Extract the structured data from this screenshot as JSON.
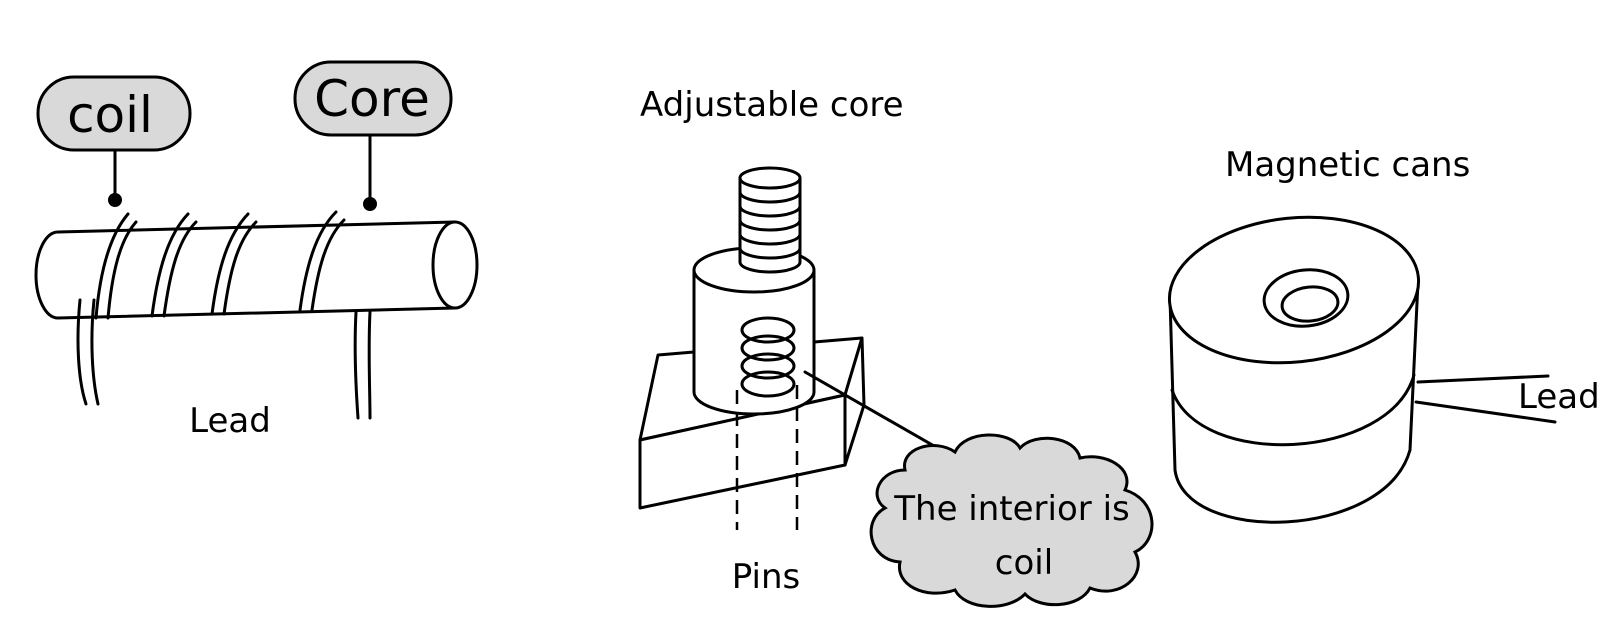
{
  "labels": {
    "coil": "coil",
    "core": "Core",
    "lead_left": "Lead",
    "adjustable_core": "Adjustable core",
    "pins": "Pins",
    "interior_line1": "The interior is",
    "interior_line2": "coil",
    "magnetic_cans": "Magnetic cans",
    "lead_right": "Lead"
  },
  "colors": {
    "bubble_fill": "#d9d9d9",
    "line": "#000000",
    "background": "#ffffff"
  }
}
